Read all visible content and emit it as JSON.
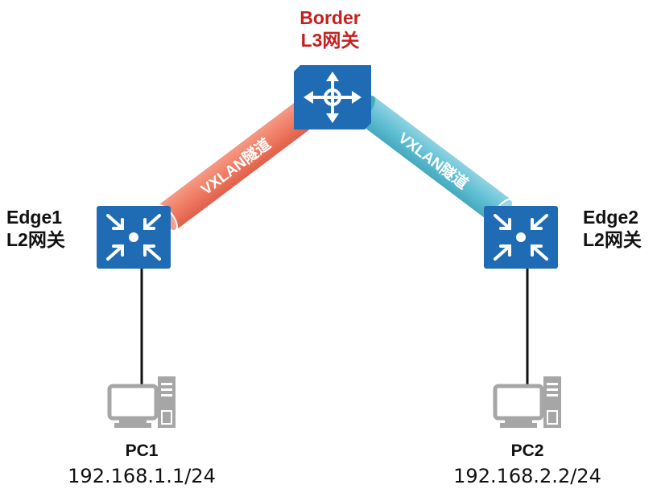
{
  "nodes": {
    "border": {
      "name": "Border",
      "role": "L3网关",
      "name_color": "#c4201f"
    },
    "edge1": {
      "name": "Edge1",
      "role": "L2网关"
    },
    "edge2": {
      "name": "Edge2",
      "role": "L2网关"
    },
    "pc1": {
      "name": "PC1",
      "ip": "192.168.1.1/24"
    },
    "pc2": {
      "name": "PC2",
      "ip": "192.168.2.2/24"
    }
  },
  "tunnels": {
    "left": {
      "label": "VXLAN隧道",
      "color": "#f07b63"
    },
    "right": {
      "label": "VXLAN隧道",
      "color": "#62c0d4"
    }
  },
  "icons": {
    "router": "router-icon",
    "switch": "switch-icon",
    "pc": "pc-icon"
  },
  "colors": {
    "device_blue": "#1f6cb5"
  }
}
